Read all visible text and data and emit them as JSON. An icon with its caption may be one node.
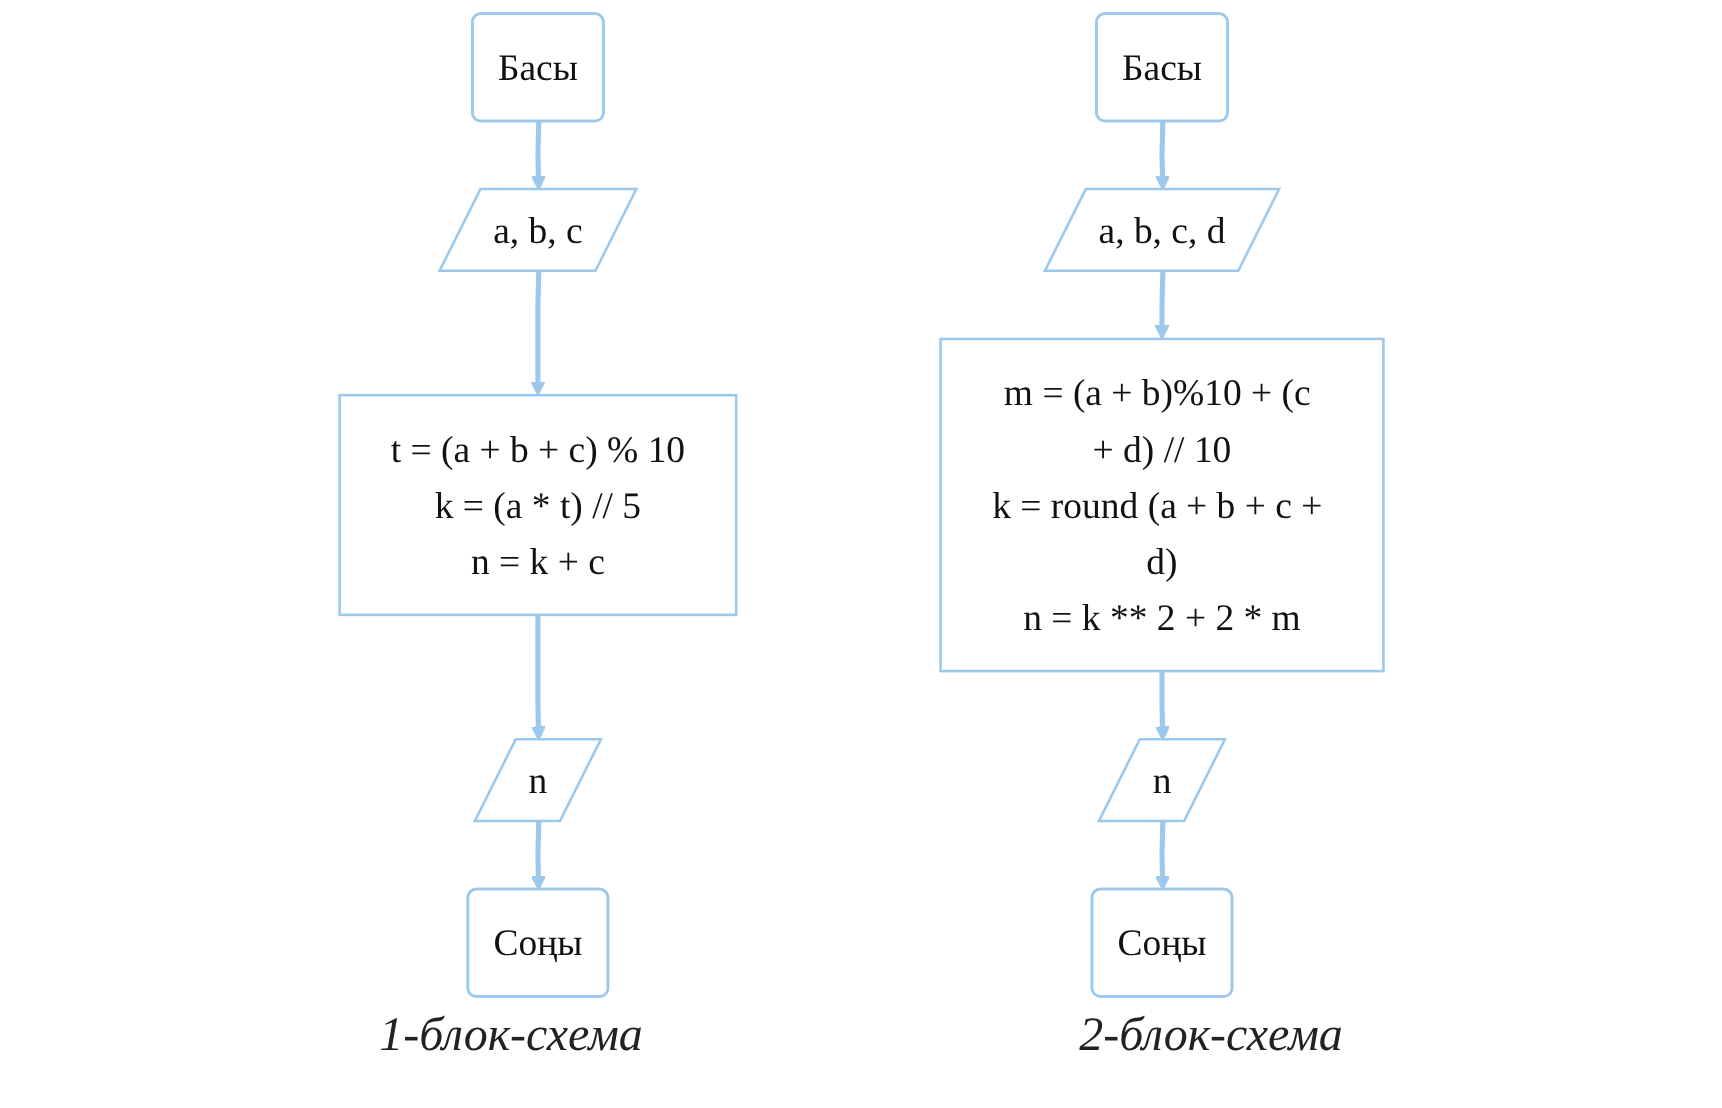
{
  "diagram": {
    "nodes": [
      {
        "text": [
          "Басы"
        ]
      },
      {
        "text": [
          "a, b, c"
        ]
      },
      {
        "text": [
          "t = (a + b + c) % 10",
          "k = (a * t) // 5",
          "n = k + c"
        ]
      },
      {
        "text": [
          "n"
        ]
      },
      {
        "text": [
          "Соңы"
        ]
      },
      {
        "text": [
          "Басы"
        ]
      },
      {
        "text": [
          "a, b, c, d"
        ]
      },
      {
        "text": [
          "m = (a + b)%10 + (c + d) // 10",
          "k = round (a + b + c + d)",
          "n = k ** 2 + 2 * m"
        ]
      },
      {
        "text": [
          "n"
        ]
      },
      {
        "text": [
          "Соңы"
        ]
      }
    ],
    "edges": [
      {
        "from": 0,
        "to": 1,
        "arrow": "to"
      },
      {
        "from": 1,
        "to": 2,
        "arrow": "to"
      },
      {
        "from": 2,
        "to": 3,
        "arrow": "to"
      },
      {
        "from": 3,
        "to": 4,
        "arrow": "to"
      },
      {
        "from": 5,
        "to": 6,
        "arrow": "to"
      },
      {
        "from": 6,
        "to": 7,
        "arrow": "to"
      },
      {
        "from": 7,
        "to": 8,
        "arrow": "to"
      },
      {
        "from": 8,
        "to": 9,
        "arrow": "to"
      }
    ],
    "labels": [
      "1-блок-схема",
      "2-блок-схема"
    ]
  }
}
